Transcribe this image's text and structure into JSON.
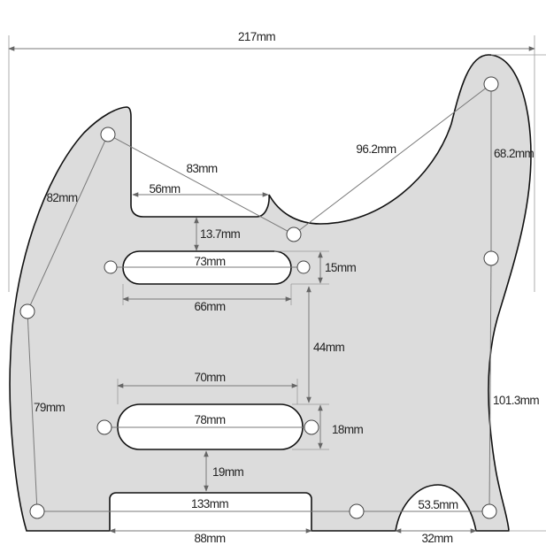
{
  "diagram": {
    "subject": "pickguard",
    "colors": {
      "body_fill": "#dcdcdc",
      "outline": "#111111",
      "dimension_line": "#7a7a7a",
      "cutout_fill": "#ffffff"
    },
    "dimensions": {
      "overall_width": "217mm",
      "horn_to_center_hole": "83mm",
      "neck_pocket_width": "56mm",
      "upper_right_to_center_hole": "96.2mm",
      "right_hole_spacing_top": "68.2mm",
      "left_hole_spacing_top": "82mm",
      "pocket_to_neck_pickup": "13.7mm",
      "neck_pickup_hole_spacing": "73mm",
      "neck_pickup_height": "15mm",
      "neck_pickup_length": "66mm",
      "pickup_spacing": "44mm",
      "bridge_pickup_length": "70mm",
      "bridge_pickup_hole_spacing": "78mm",
      "bridge_pickup_height": "18mm",
      "bridge_pickup_to_cutout": "19mm",
      "left_hole_spacing_bottom": "79mm",
      "right_hole_spacing_bottom": "101.3mm",
      "bottom_hole_spacing_left": "133mm",
      "bottom_hole_spacing_right": "53.5mm",
      "bridge_cutout_width": "88mm",
      "jack_cutout_width": "32mm"
    }
  }
}
